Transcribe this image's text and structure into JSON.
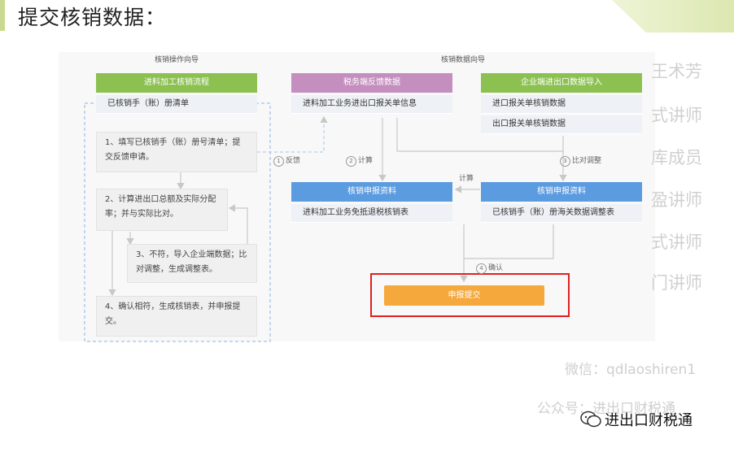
{
  "slide_title": "提交核销数据：",
  "sections": {
    "left": "核销操作向导",
    "right": "核销数据向导"
  },
  "left_flow": {
    "header": "进料加工核销流程",
    "row": "已核销手（账）册清单",
    "steps": [
      "1、填写已核销手（账）册号清单；提交反馈申请。",
      "2、计算进出口总额及实际分配率；并与实际比对。",
      "3、不符，导入企业端数据；比对调整，生成调整表。",
      "4、确认相符，生成核销表，并申报提交。"
    ]
  },
  "boxes": {
    "tax": {
      "header": "税务端反馈数据",
      "rows": [
        "进料加工业务进出口报关单信息"
      ]
    },
    "enterprise": {
      "header": "企业端进出口数据导入",
      "rows": [
        "进口报关单核销数据",
        "出口报关单核销数据"
      ]
    },
    "apply_left": {
      "header": "核销申报资料",
      "rows": [
        "进料加工业务免抵退税核销表"
      ]
    },
    "apply_right": {
      "header": "核销申报资料",
      "rows": [
        "已核销手（账）册海关数据调整表"
      ]
    },
    "submit": "申报提交"
  },
  "edge_labels": {
    "feedback": {
      "num": "1",
      "text": "反馈"
    },
    "calc": {
      "num": "2",
      "text": "计算"
    },
    "compare": {
      "num": "3",
      "text": "比对调整"
    },
    "calc2": {
      "text": "计算"
    },
    "confirm": {
      "num": "4",
      "text": "确认"
    }
  },
  "side_ghost_text": [
    "王术芳",
    "式讲师",
    "库成员",
    "盈讲师",
    "式讲师",
    "门讲师"
  ],
  "watermarks": {
    "wechat": "微信：qdlaoshiren1",
    "account": "公众号：进出口财税通",
    "brand": "进出口财税通"
  },
  "colors": {
    "green": "#8cc152",
    "purple": "#c48fbf",
    "blue": "#5b9be0",
    "orange": "#f5a83c",
    "highlight": "#e02020",
    "dash": "#8ab4e8"
  }
}
